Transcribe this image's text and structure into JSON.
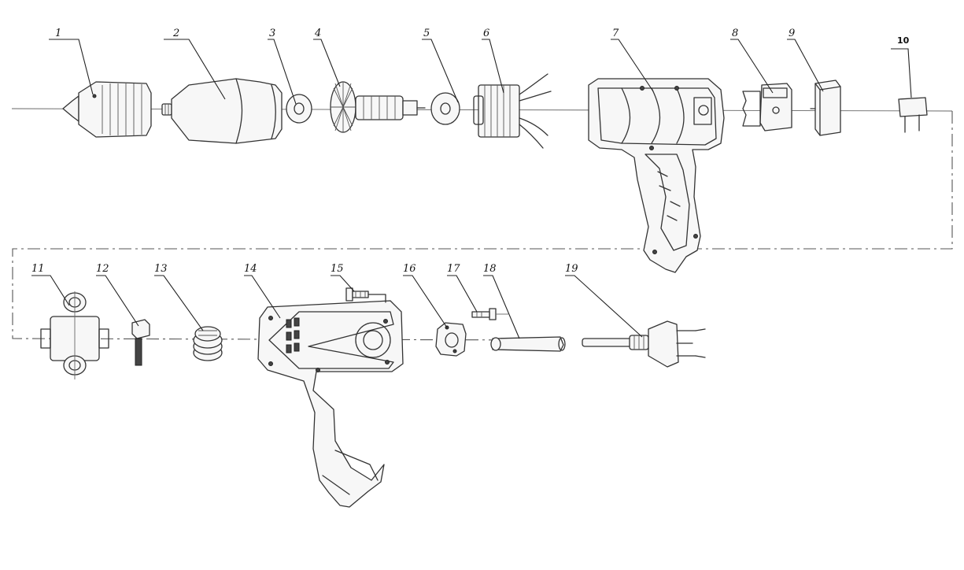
{
  "diagram": {
    "type": "exploded-view-parts-diagram",
    "callouts": [
      "1",
      "2",
      "3",
      "4",
      "5",
      "6",
      "7",
      "8",
      "9",
      "10",
      "11",
      "12",
      "13",
      "14",
      "15",
      "16",
      "17",
      "18",
      "19"
    ]
  }
}
